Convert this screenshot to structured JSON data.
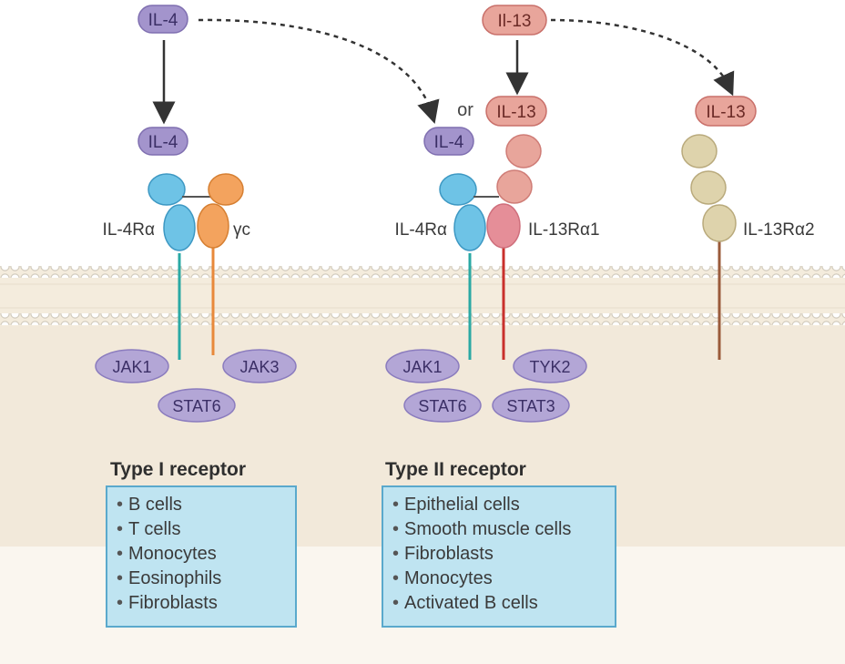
{
  "ligands": {
    "il4_top": "IL-4",
    "il13_top": "Il-13",
    "il4_bound_type1": "IL-4",
    "il4_bound_type2": "IL-4",
    "il13_bound_type2": "IL-13",
    "il13_bound_decoy": "IL-13",
    "or_label": "or"
  },
  "receptors": {
    "il4ra_type1": "IL-4Rα",
    "gamma_c": "γc",
    "il4ra_type2": "IL-4Rα",
    "il13ra1": "IL-13Rα1",
    "il13ra2": "IL-13Rα2"
  },
  "signaling": {
    "jak1_type1": "JAK1",
    "jak3": "JAK3",
    "stat6_type1": "STAT6",
    "jak1_type2": "JAK1",
    "tyk2": "TYK2",
    "stat6_type2": "STAT6",
    "stat3": "STAT3"
  },
  "type1": {
    "heading": "Type I receptor",
    "cells": [
      "B cells",
      "T cells",
      "Monocytes",
      "Eosinophils",
      "Fibroblasts"
    ]
  },
  "type2": {
    "heading": "Type II receptor",
    "cells": [
      "Epithelial cells",
      "Smooth muscle cells",
      "Fibroblasts",
      "Monocytes",
      "Activated B cells"
    ]
  },
  "colors": {
    "il4": "#a394cc",
    "il13": "#e8a59b",
    "il4ra": "#6ec3e6",
    "gamma_c": "#f3a35e",
    "il13ra1": "#e58e98",
    "il13ra2": "#ded3ac",
    "signal_protein": "#b3a6d6",
    "cytoplasm": "#f0e6d6"
  }
}
